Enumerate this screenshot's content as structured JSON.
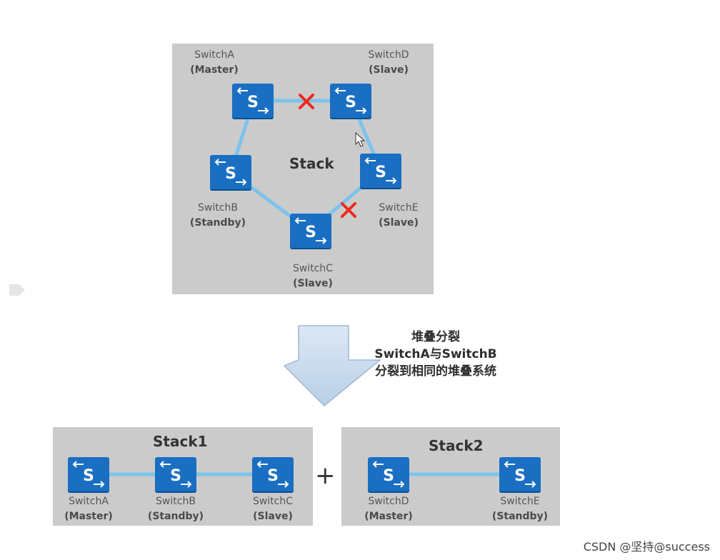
{
  "top": {
    "title": "Stack",
    "switches": [
      {
        "name": "SwitchA",
        "role": "(Master)"
      },
      {
        "name": "SwitchD",
        "role": "(Slave)"
      },
      {
        "name": "SwitchB",
        "role": "(Standby)"
      },
      {
        "name": "SwitchE",
        "role": "(Slave)"
      },
      {
        "name": "SwitchC",
        "role": "(Slave)"
      }
    ]
  },
  "arrow_note": {
    "line1": "堆叠分裂",
    "line2": "SwitchA与SwitchB",
    "line3": "分裂到相同的堆叠系统"
  },
  "stack1": {
    "title": "Stack1",
    "switches": [
      {
        "name": "SwitchA",
        "role": "(Master)"
      },
      {
        "name": "SwitchB",
        "role": "(Standby)"
      },
      {
        "name": "SwitchC",
        "role": "(Slave)"
      }
    ]
  },
  "plus": "+",
  "stack2": {
    "title": "Stack2",
    "switches": [
      {
        "name": "SwitchD",
        "role": "(Master)"
      },
      {
        "name": "SwitchE",
        "role": "(Standby)"
      }
    ]
  },
  "icon_letter": "S",
  "watermark": "CSDN @坚持@success",
  "colors": {
    "switch": "#1a6fc2",
    "link": "#7cc3ec",
    "broken": "#ee2a1c",
    "panel": "#cbcbcb",
    "arrow": "#c9d9ec"
  }
}
